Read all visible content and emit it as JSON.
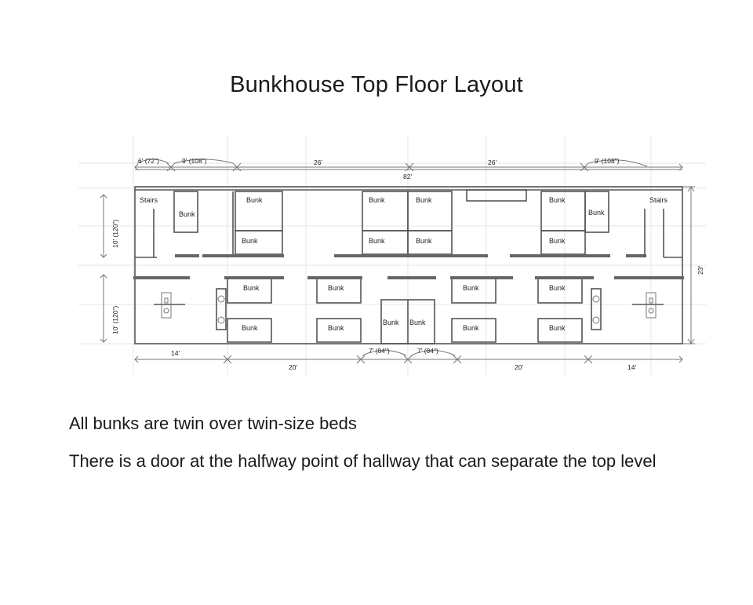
{
  "title": "Bunkhouse Top Floor Layout",
  "labels": {
    "stairs": "Stairs",
    "bunk": "Bunk"
  },
  "dimensions": {
    "top_6ft": "6' (72\")",
    "top_9ft_left": "9' (108\")",
    "top_26ft_left": "26'",
    "top_82": "82'",
    "top_26ft_right": "26'",
    "top_9ft_right": "9' (108\")",
    "left_upper": "10' (120\")",
    "left_lower": "10' (120\")",
    "right_height": "23'",
    "bottom_14ft_left": "14'",
    "bottom_20ft_left": "20'",
    "bottom_7ft_left": "7' (84\")",
    "bottom_7ft_right": "7' (84\")",
    "bottom_20ft_right": "20'",
    "bottom_14ft_right": "14'"
  },
  "notes": {
    "line1": "All bunks are twin over twin-size beds",
    "line2": "There is a door at the halfway point of hallway that can separate the top level"
  }
}
